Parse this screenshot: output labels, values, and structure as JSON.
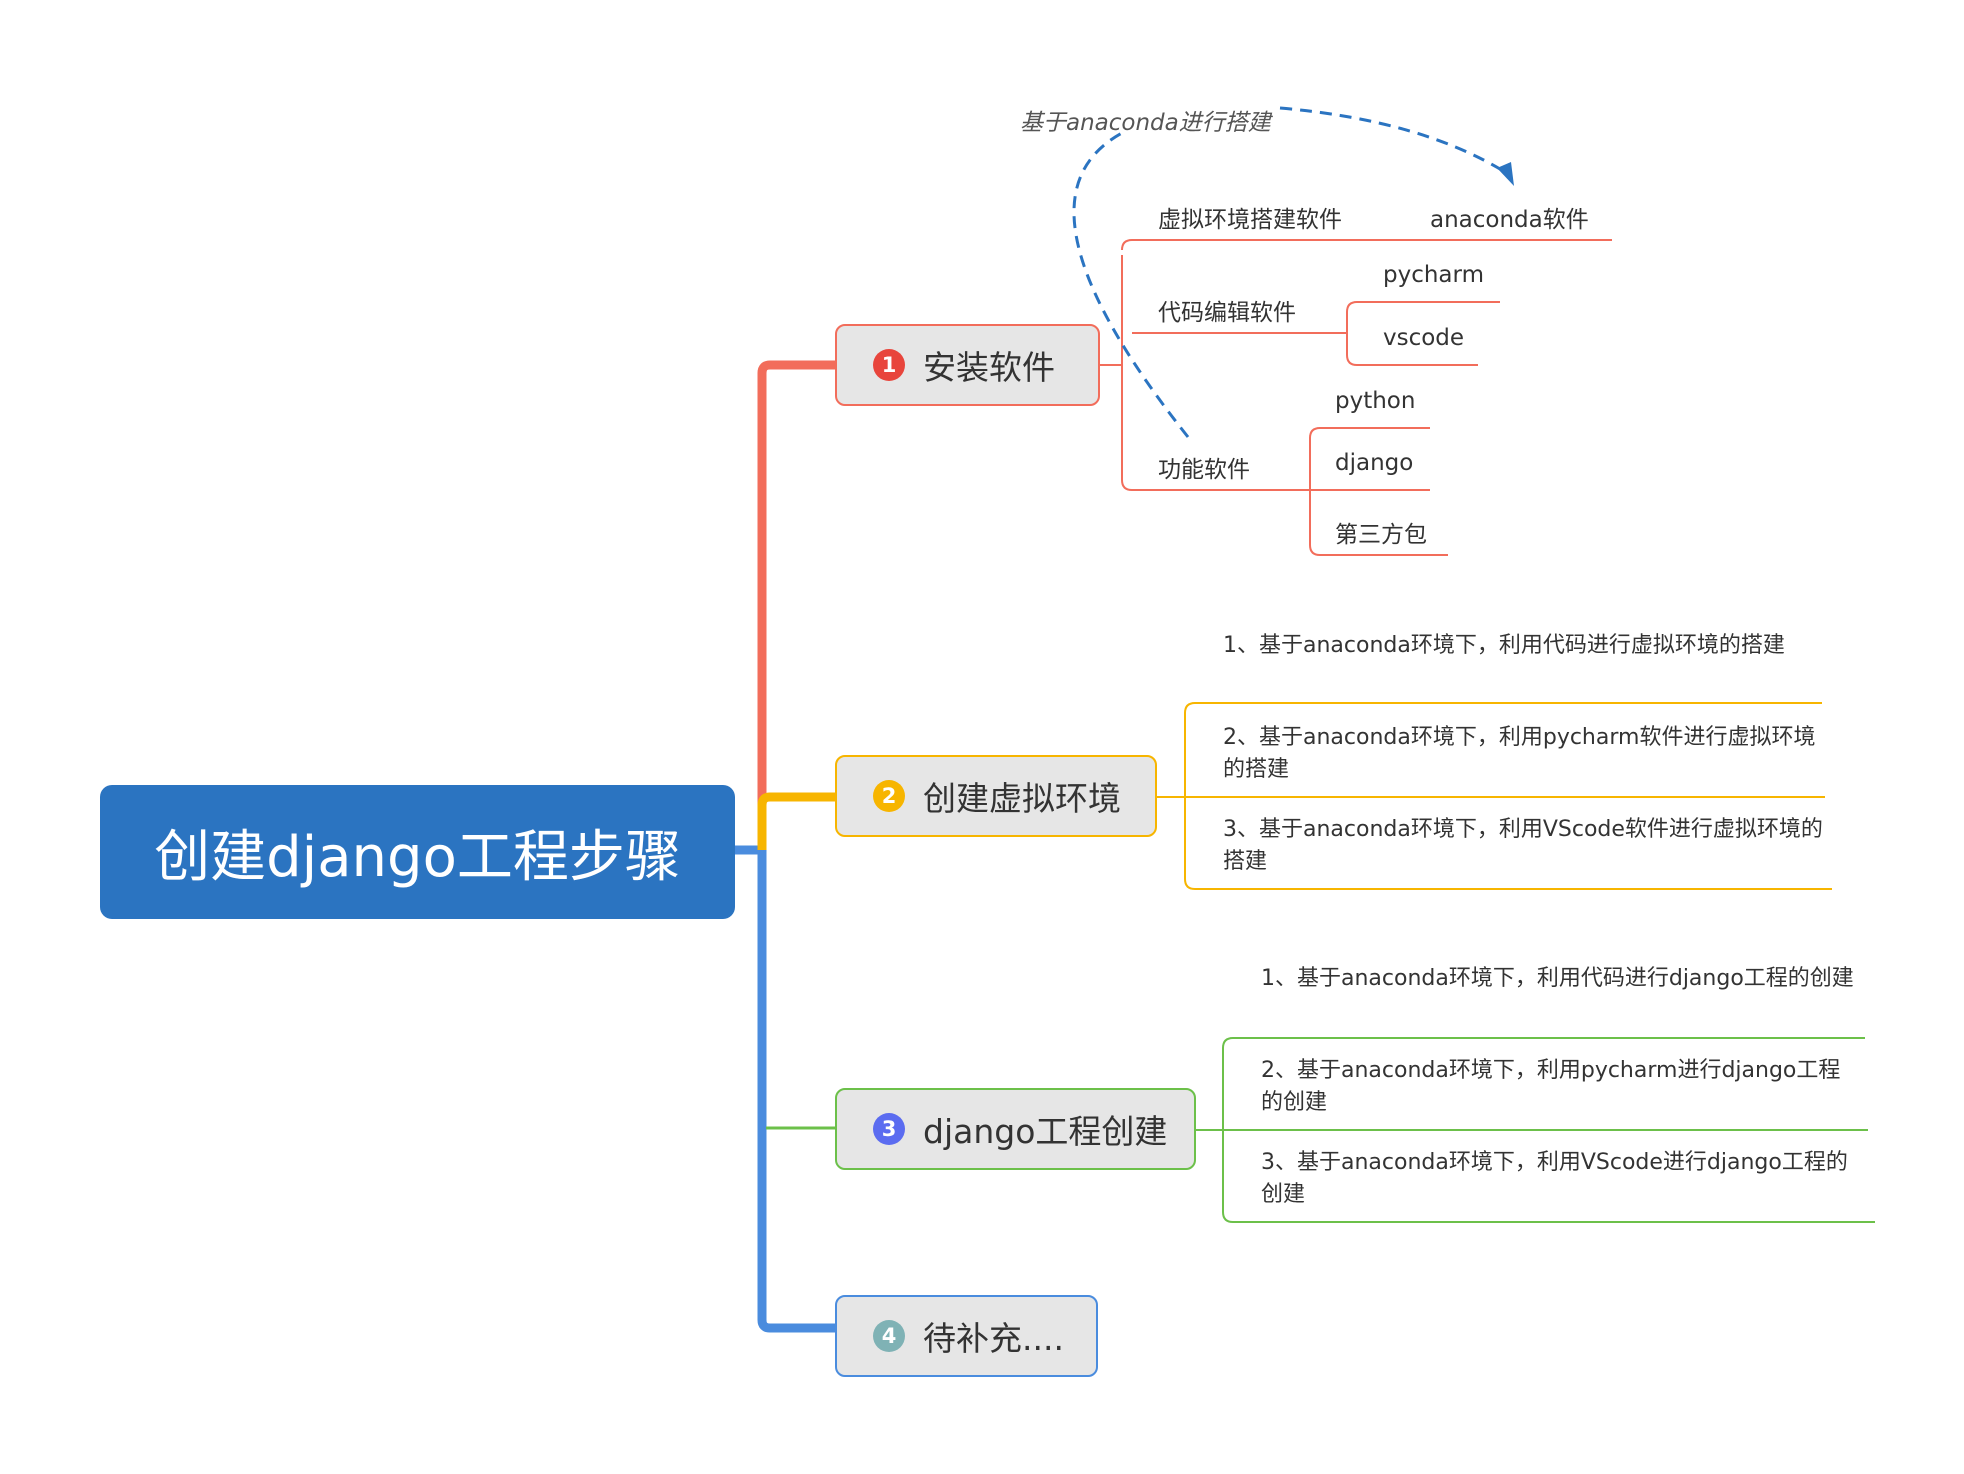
{
  "root": {
    "title": "创建django工程步骤",
    "color": "#2b74c1"
  },
  "topics": [
    {
      "number": "1",
      "label": "安装软件",
      "color": "#f26d5b",
      "badge_color": "#e8453c"
    },
    {
      "number": "2",
      "label": "创建虚拟环境",
      "color": "#f7b500",
      "badge_color": "#f7b500"
    },
    {
      "number": "3",
      "label": "django工程创建",
      "color": "#6cc04a",
      "badge_color": "#5b6cf0"
    },
    {
      "number": "4",
      "label": "待补充....",
      "color": "#4a8cde",
      "badge_color": "#7fb2b5"
    }
  ],
  "install": {
    "virtual_env": {
      "label": "虚拟环境搭建软件",
      "child": "anaconda软件"
    },
    "editor": {
      "label": "代码编辑软件",
      "children": [
        "pycharm",
        "vscode"
      ]
    },
    "function": {
      "label": "功能软件",
      "children": [
        "python",
        "django",
        "第三方包"
      ]
    }
  },
  "venv_steps": [
    "1、基于anaconda环境下，利用代码进行虚拟环境的搭建",
    "2、基于anaconda环境下，利用pycharm软件进行虚拟环境的搭建",
    "3、基于anaconda环境下，利用VScode软件进行虚拟环境的搭建"
  ],
  "django_steps": [
    "1、基于anaconda环境下，利用代码进行django工程的创建",
    "2、基于anaconda环境下，利用pycharm进行django工程的创建",
    "3、基于anaconda环境下，利用VScode进行django工程的创建"
  ],
  "relationship": {
    "label": "基于anaconda进行搭建",
    "color": "#2b74c1"
  }
}
